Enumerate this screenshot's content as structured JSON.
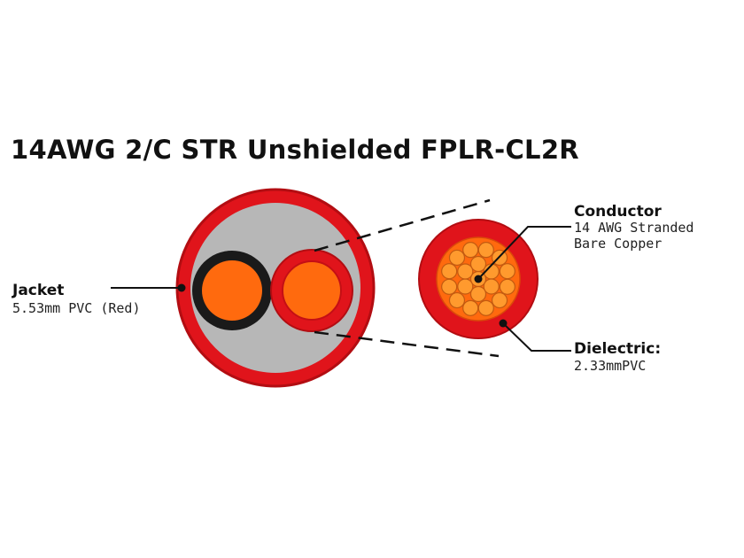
{
  "title": "14AWG 2/C STR Unshielded FPLR-CL2R",
  "labels": {
    "jacket": {
      "name": "Jacket",
      "detail": "5.53mm PVC (Red)"
    },
    "conductor": {
      "name": "Conductor",
      "detail_line1": "14 AWG Stranded",
      "detail_line2": "Bare Copper"
    },
    "dielectric": {
      "name": "Dielectric:",
      "detail": "2.33mmPVC"
    }
  },
  "colors": {
    "jacket_red": "#e0141b",
    "jacket_dark_red": "#b30d12",
    "filler_gray": "#b7b7b7",
    "conductor_orange": "#ff6a0e",
    "strand_orange": "#ff9a2e",
    "black_insulation": "#1a1a1a"
  }
}
